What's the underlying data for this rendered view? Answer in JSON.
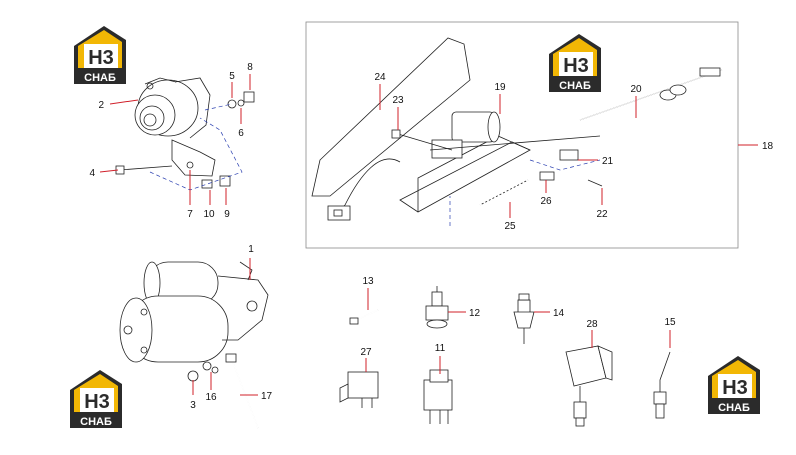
{
  "callouts": {
    "c1": "1",
    "c2": "2",
    "c3": "3",
    "c4": "4",
    "c5": "5",
    "c6": "6",
    "c7": "7",
    "c8": "8",
    "c9": "9",
    "c10": "10",
    "c11": "11",
    "c12": "12",
    "c13": "13",
    "c14": "14",
    "c15": "15",
    "c16": "16",
    "c17": "17",
    "c18": "18",
    "c19": "19",
    "c20": "20",
    "c21": "21",
    "c22": "22",
    "c23": "23",
    "c24": "24",
    "c25": "25",
    "c26": "26",
    "c27": "27",
    "c28": "28"
  },
  "logo": {
    "mark": "H3",
    "text": "СНАБ",
    "colors": {
      "gold": "#f2b705",
      "dark": "#2b2b2b",
      "white": "#ffffff"
    }
  },
  "colors": {
    "leader": "#d0202a",
    "guide": "#2a3fb0",
    "line": "#222222"
  }
}
